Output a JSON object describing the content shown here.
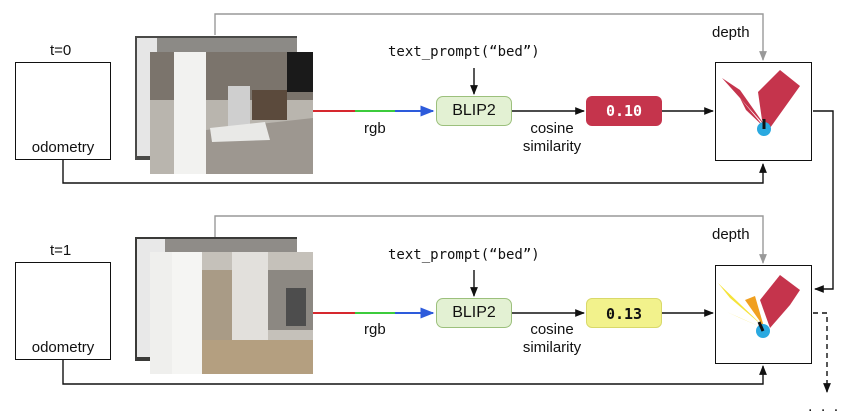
{
  "rows": [
    {
      "time_label": "t=0",
      "odometry_label": "odometry",
      "rgb_label": "rgb",
      "prompt": "text_prompt(“bed”)",
      "model_label": "BLIP2",
      "similarity_label_1": "cosine",
      "similarity_label_2": "similarity",
      "score": "0.10",
      "score_color": "#c5344c",
      "score_text_color": "#ffffff",
      "depth_label": "depth"
    },
    {
      "time_label": "t=1",
      "odometry_label": "odometry",
      "rgb_label": "rgb",
      "prompt": "text_prompt(“bed”)",
      "model_label": "BLIP2",
      "similarity_label_1": "cosine",
      "similarity_label_2": "similarity",
      "score": "0.13",
      "score_color": "#f2f28c",
      "score_text_color": "#111111",
      "depth_label": "depth"
    }
  ],
  "continuation": ". . .",
  "colors": {
    "blip_fill": "#e3f1d3",
    "blip_border": "#9cc07c",
    "agent_marker": "#2aa9e0",
    "map_red": "#c5344c",
    "map_yellow": "#f5e33a",
    "map_orange": "#f0a020",
    "gray_arrow": "#999999",
    "rgb_red": "#d6282e",
    "rgb_green": "#3ccb3c",
    "rgb_blue": "#2d5bdb"
  }
}
